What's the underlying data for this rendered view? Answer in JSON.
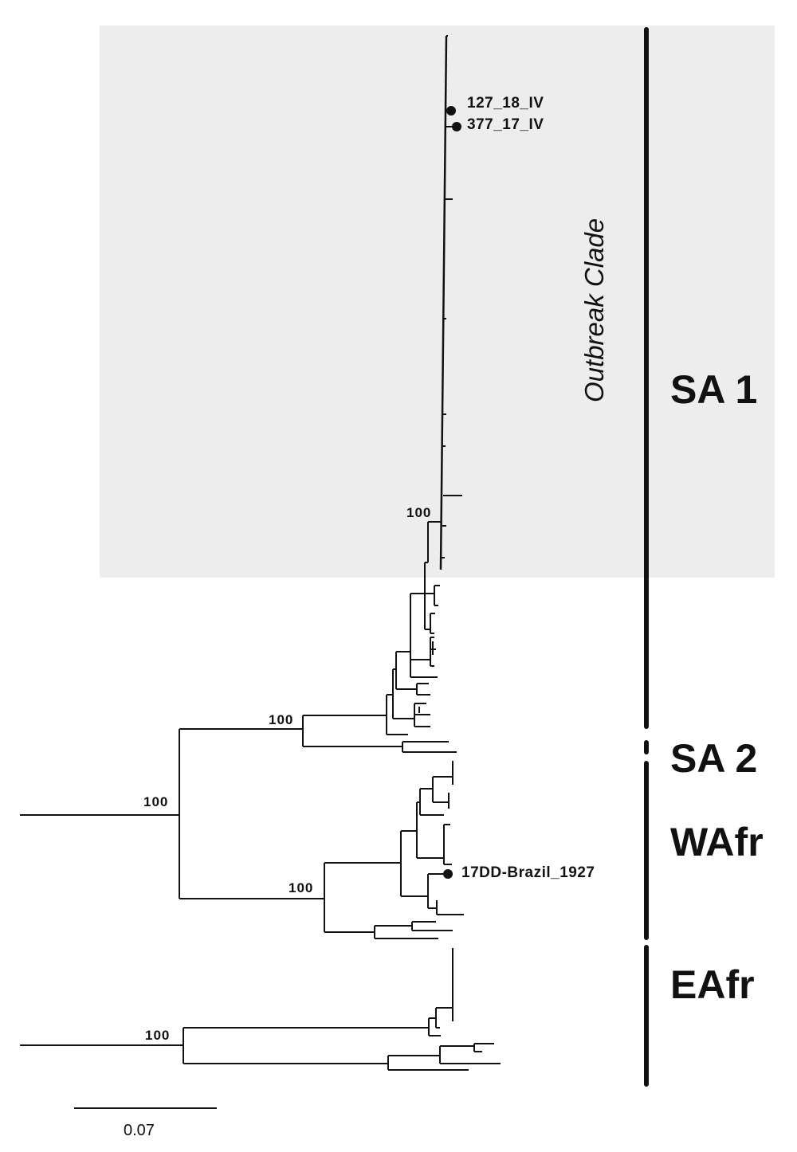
{
  "shade_color": "#ededed",
  "line_color": "#111111",
  "highlight_label": "Outbreak Clade",
  "clades": [
    "SA 1",
    "SA 2",
    "WAfr",
    "EAfr"
  ],
  "bootstrap": [
    "100",
    "100",
    "100",
    "100",
    "100"
  ],
  "tips": [
    "127_18_IV",
    "377_17_IV",
    "17DD-Brazil_1927"
  ],
  "scale_bar": "0.07"
}
